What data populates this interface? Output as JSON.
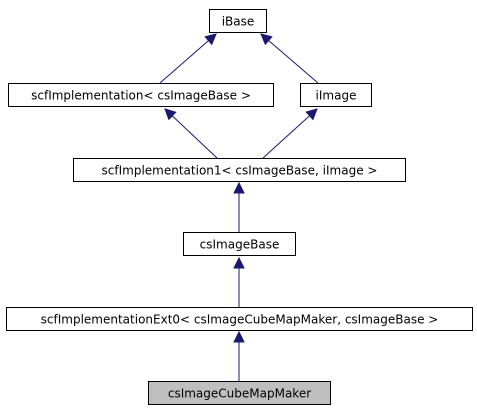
{
  "diagram": {
    "type": "inheritance-graph",
    "nodes": [
      {
        "id": "ibase",
        "label": "iBase",
        "highlight": false
      },
      {
        "id": "scf-impl",
        "label": "scfImplementation< csImageBase >",
        "highlight": false
      },
      {
        "id": "iimage",
        "label": "iImage",
        "highlight": false
      },
      {
        "id": "scf-impl1",
        "label": "scfImplementation1< csImageBase, iImage >",
        "highlight": false
      },
      {
        "id": "csimagebase",
        "label": "csImageBase",
        "highlight": false
      },
      {
        "id": "scf-impl-ext0",
        "label": "scfImplementationExt0< csImageCubeMapMaker, csImageBase >",
        "highlight": false
      },
      {
        "id": "csimagecubemapmaker",
        "label": "csImageCubeMapMaker",
        "highlight": true
      }
    ],
    "edges": [
      {
        "from": "scf-impl",
        "to": "ibase"
      },
      {
        "from": "iimage",
        "to": "ibase"
      },
      {
        "from": "scf-impl1",
        "to": "scf-impl"
      },
      {
        "from": "scf-impl1",
        "to": "iimage"
      },
      {
        "from": "csimagebase",
        "to": "scf-impl1"
      },
      {
        "from": "scf-impl-ext0",
        "to": "csimagebase"
      },
      {
        "from": "csimagecubemapmaker",
        "to": "scf-impl-ext0"
      }
    ],
    "colors": {
      "edge": "#191970",
      "box_border": "#000000",
      "box_fill": "#ffffff",
      "highlight_fill": "#bfbfbf"
    }
  }
}
